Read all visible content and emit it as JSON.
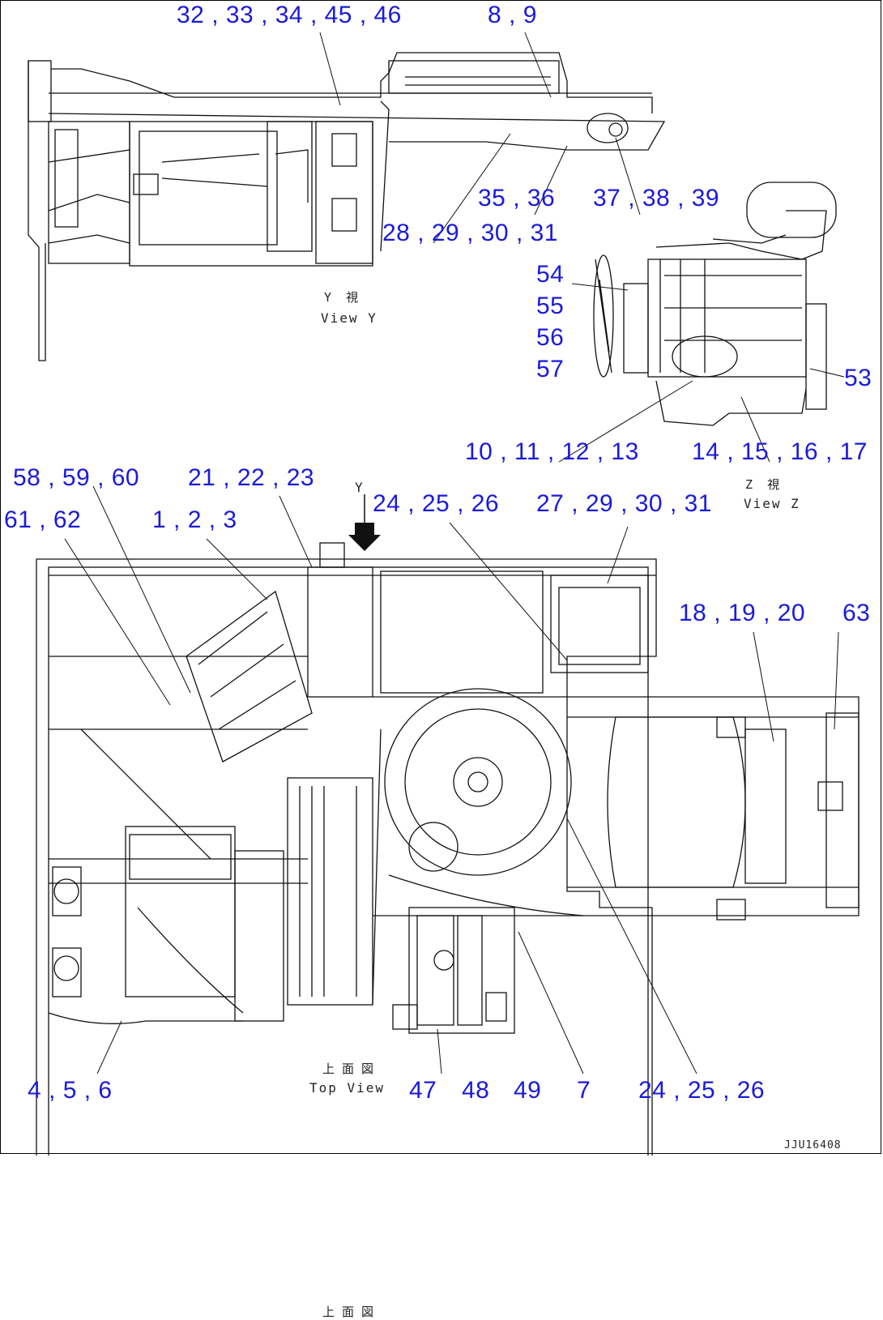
{
  "callouts": {
    "top_left": "32 , 33 , 34 , 45 , 46",
    "top_right": "8 , 9",
    "view_y_right_1": "35 , 36",
    "view_y_right_2": "37 , 38 , 39",
    "view_y_right_3": "28 , 29 , 30 , 31",
    "engine_left_1": "54",
    "engine_left_2": "55",
    "engine_left_3": "56",
    "engine_left_4": "57",
    "engine_right": "53",
    "engine_bottom_left": "10 , 11 , 12 , 13",
    "engine_bottom_right": "14 , 15 , 16 , 17",
    "top_view_1": "58 , 59 , 60",
    "top_view_2": "21 , 22 , 23",
    "top_view_3": "61 , 62",
    "top_view_4": "1 , 2 , 3",
    "top_view_5": "24 , 25 , 26",
    "top_view_6": "27 , 29 , 30 , 31",
    "top_view_7": "18 , 19 , 20",
    "top_view_8": "63",
    "bottom_1": "4 , 5 , 6",
    "bottom_2": "47",
    "bottom_3": "48",
    "bottom_4": "49",
    "bottom_5": "7",
    "bottom_6": "24 , 25 , 26"
  },
  "view_labels": {
    "view_y_jp": "Y  視",
    "view_y_en": "View Y",
    "view_z_jp": "Z  視",
    "view_z_en": "View Z",
    "top_view_jp": "上 面 図",
    "top_view_en": "Top View",
    "arrow_letter": "Y"
  },
  "document_id": "JJU16408"
}
